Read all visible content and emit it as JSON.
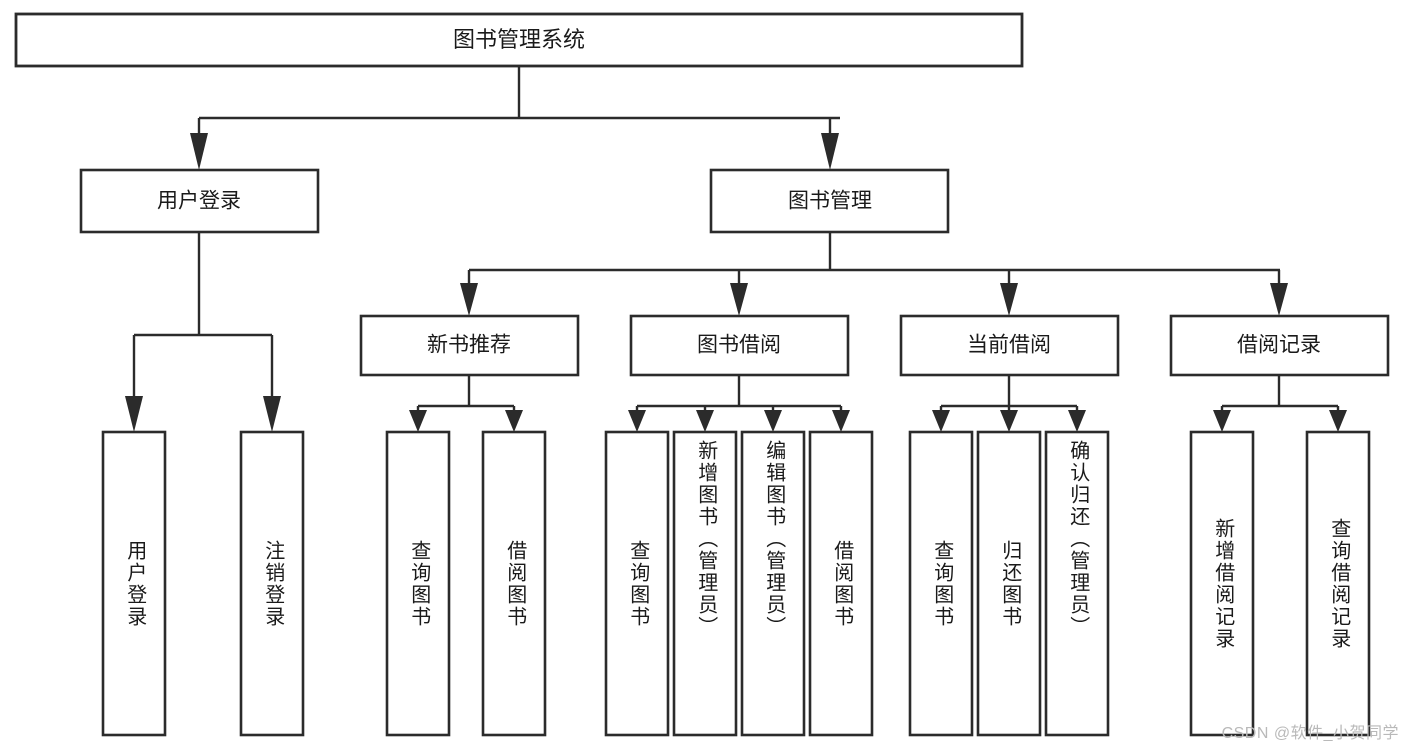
{
  "diagram": {
    "type": "tree-hierarchy",
    "title": "图书管理系统",
    "watermark": "CSDN @软件_小贺同学",
    "colors": {
      "box_stroke": "#2b2b2b",
      "box_fill": "#ffffff",
      "connector": "#2b2b2b",
      "text": "#1a1a1a",
      "watermark": "#b9b9b9",
      "background": "#ffffff"
    },
    "levels": {
      "level0": [
        {
          "id": "root",
          "label": "图书管理系统"
        }
      ],
      "level1": [
        {
          "id": "user-login",
          "label": "用户登录"
        },
        {
          "id": "book-manage",
          "label": "图书管理"
        }
      ],
      "level2": [
        {
          "id": "new-book-rec",
          "label": "新书推荐"
        },
        {
          "id": "book-borrow",
          "label": "图书借阅"
        },
        {
          "id": "current-borrow",
          "label": "当前借阅"
        },
        {
          "id": "borrow-record",
          "label": "借阅记录"
        }
      ],
      "leaves": [
        {
          "id": "leaf-user-login",
          "label": "用户登录",
          "parent": "user-login"
        },
        {
          "id": "leaf-logout-login",
          "label": "注销登录",
          "parent": "user-login"
        },
        {
          "id": "leaf-query-book-1",
          "label": "查询图书",
          "parent": "new-book-rec"
        },
        {
          "id": "leaf-borrow-book-1",
          "label": "借阅图书",
          "parent": "new-book-rec"
        },
        {
          "id": "leaf-query-book-2",
          "label": "查询图书",
          "parent": "book-borrow"
        },
        {
          "id": "leaf-add-book",
          "label": "新增图书（管理员）",
          "parent": "book-borrow"
        },
        {
          "id": "leaf-edit-book",
          "label": "编辑图书（管理员）",
          "parent": "book-borrow"
        },
        {
          "id": "leaf-borrow-book-2",
          "label": "借阅图书",
          "parent": "book-borrow"
        },
        {
          "id": "leaf-query-book-3",
          "label": "查询图书",
          "parent": "current-borrow"
        },
        {
          "id": "leaf-return-book",
          "label": "归还图书",
          "parent": "current-borrow"
        },
        {
          "id": "leaf-confirm-return",
          "label": "确认归还（管理员）",
          "parent": "current-borrow"
        },
        {
          "id": "leaf-add-record",
          "label": "新增借阅记录",
          "parent": "borrow-record"
        },
        {
          "id": "leaf-query-record",
          "label": "查询借阅记录",
          "parent": "borrow-record"
        }
      ]
    }
  }
}
